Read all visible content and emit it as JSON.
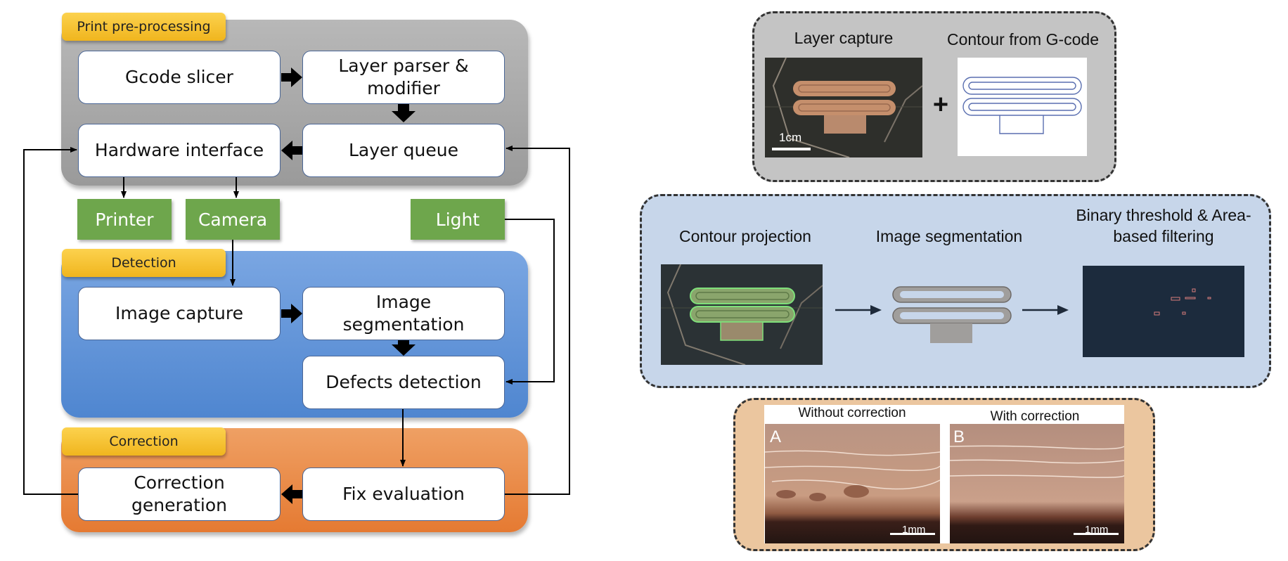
{
  "pipeline": {
    "preprocessing": {
      "label": "Print pre-processing",
      "color": "#a6a6a6",
      "boxes": {
        "gcode_slicer": "Gcode slicer",
        "layer_parser": "Layer parser & modifier",
        "hardware_interface": "Hardware interface",
        "layer_queue": "Layer queue"
      }
    },
    "devices": {
      "printer": "Printer",
      "camera": "Camera",
      "light": "Light",
      "color": "#6ea64c"
    },
    "detection": {
      "label": "Detection",
      "color": "#5b8fd6",
      "boxes": {
        "image_capture": "Image capture",
        "image_segmentation": "Image segmentation",
        "defects_detection": "Defects detection"
      }
    },
    "correction": {
      "label": "Correction",
      "color": "#e8803f",
      "boxes": {
        "correction_generation": "Correction generation",
        "fix_evaluation": "Fix evaluation"
      }
    }
  },
  "capture_panel": {
    "layer_capture_title": "Layer capture",
    "contour_title": "Contour from G-code",
    "plus": "+",
    "scale": "1cm"
  },
  "segmentation_panel": {
    "contour_projection": "Contour projection",
    "image_segmentation": "Image segmentation",
    "threshold": "Binary threshold & Area-based filtering"
  },
  "comparison_panel": {
    "without": "Without correction",
    "with": "With correction",
    "label_a": "A",
    "label_b": "B",
    "scale_a": "1mm",
    "scale_b": "1mm"
  }
}
